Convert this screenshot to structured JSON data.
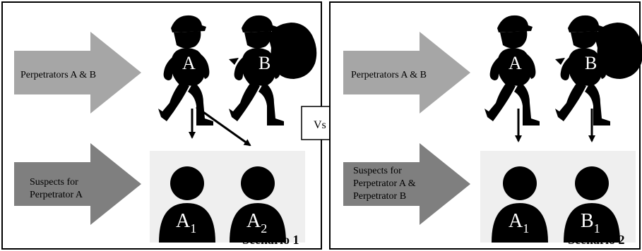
{
  "scenario1": {
    "title": "Scenario 1",
    "arrow_top_text": "Perpetrators A & B",
    "arrow_bottom_lines": [
      "Suspects for",
      "Perpetrator A"
    ],
    "perp_a_letter": "A",
    "perp_b_letter": "B",
    "suspect_1": {
      "letter": "A",
      "sub": "1"
    },
    "suspect_2": {
      "letter": "A",
      "sub": "2"
    }
  },
  "vs_label": "Vs",
  "scenario2": {
    "title": "Scenario 2",
    "arrow_top_text": "Perpetrators A & B",
    "arrow_bottom_lines": [
      "Suspects for",
      "Perpetrator A &",
      "Perpetrator B"
    ],
    "perp_a_letter": "A",
    "perp_b_letter": "B",
    "suspect_1": {
      "letter": "A",
      "sub": "1"
    },
    "suspect_2": {
      "letter": "B",
      "sub": "1"
    }
  },
  "colors": {
    "arrow_top": "#a6a6a6",
    "arrow_bottom": "#7f7f7f",
    "figure": "#000000",
    "suspect_panel": "#efefef",
    "border": "#000000"
  }
}
